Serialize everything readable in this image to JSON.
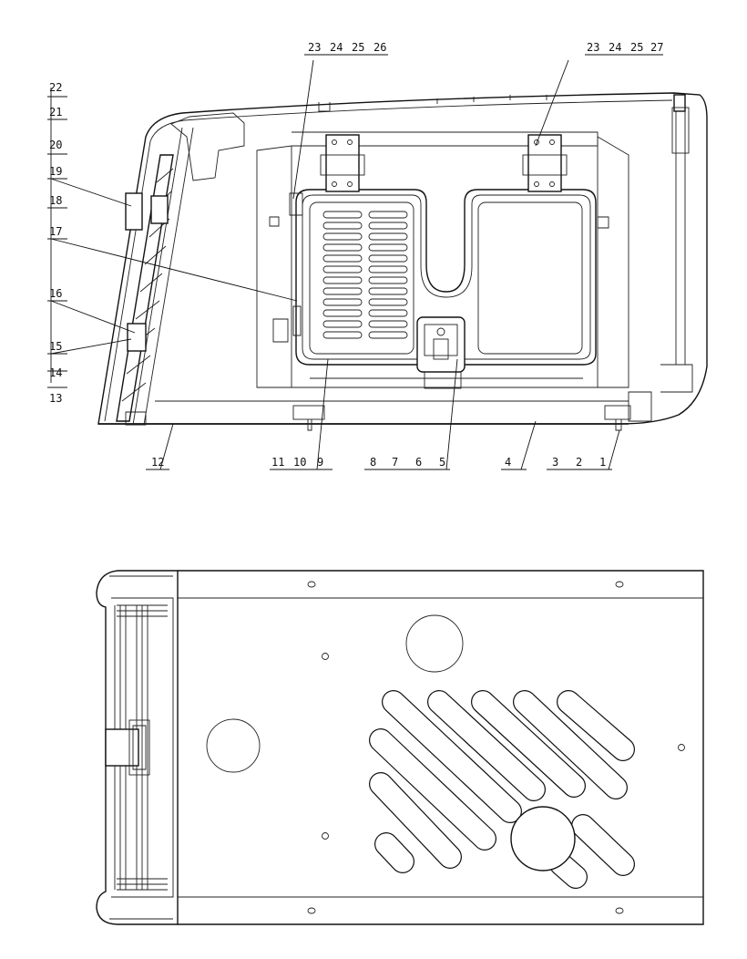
{
  "callouts": {
    "c1": "1",
    "c2": "2",
    "c3": "3",
    "c4": "4",
    "c5": "5",
    "c6": "6",
    "c7": "7",
    "c8": "8",
    "c9": "9",
    "c10": "10",
    "c11": "11",
    "c12": "12",
    "c13": "13",
    "c14": "14",
    "c15": "15",
    "c16": "16",
    "c17": "17",
    "c18": "18",
    "c19": "19",
    "c20": "20",
    "c21": "21",
    "c22": "22",
    "c23a": "23",
    "c24a": "24",
    "c25a": "25",
    "c26": "26",
    "c23b": "23",
    "c24b": "24",
    "c25b": "25",
    "c27": "27"
  }
}
